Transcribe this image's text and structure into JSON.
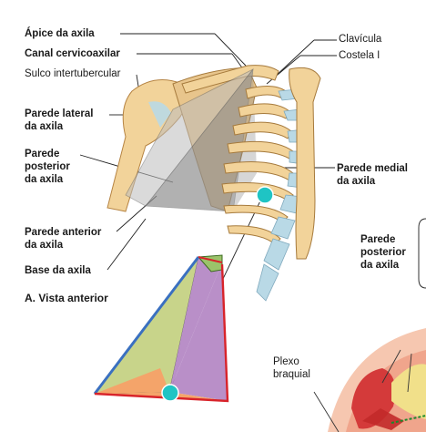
{
  "labels": {
    "apex": "Ápice da axila",
    "canal": "Canal cervicoaxilar",
    "sulco": "Sulco intertubercular",
    "lateral_wall": "Parede lateral\nda axila",
    "posterior_wall": "Parede\nposterior\nda axila",
    "anterior_wall": "Parede anterior\nda axila",
    "base": "Base da axila",
    "clavicle": "Clavícula",
    "rib": "Costela I",
    "medial_wall": "Parede medial\nda axila",
    "posterior_wall_right": "Parede\nposterior\nda axila",
    "plexus": "Plexo\nbraquial"
  },
  "caption": "A. Vista anterior",
  "colors": {
    "bone": "#f2d39a",
    "bone_shade": "#d9a860",
    "cartilage": "#b9d9e6",
    "pyramid_green": "#c8d48a",
    "pyramid_purple": "#b98fc8",
    "pyramid_orange": "#f4a46a",
    "pyramid_blue_edge": "#3a70c0",
    "pyramid_red_edge": "#d8232a",
    "marker": "#1fc4c4",
    "muscle": "#d43a3a",
    "skin": "#f6c7b0"
  }
}
